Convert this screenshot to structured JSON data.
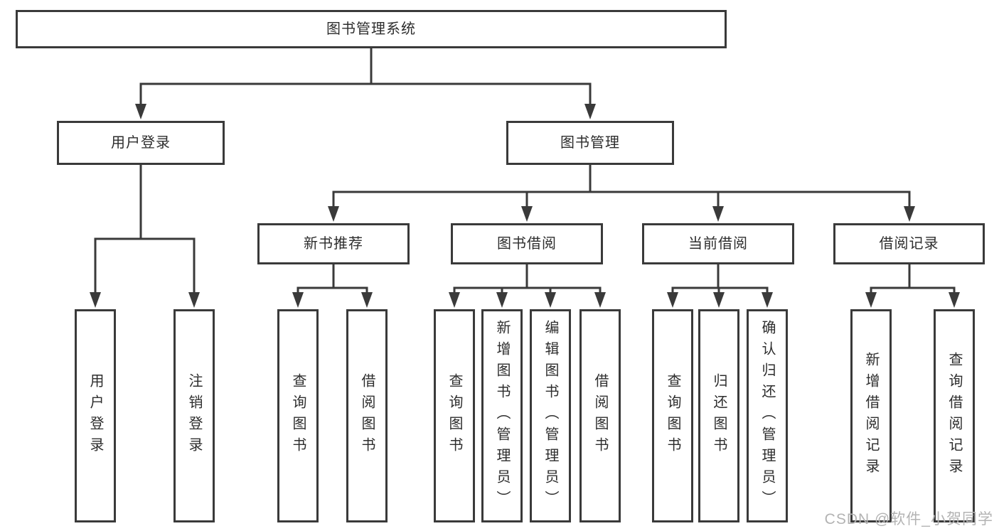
{
  "title": "图书管理系统",
  "watermark": "CSDN @软件_小贺同学",
  "colors": {
    "line": "#3a3a3a",
    "box_border": "#3a3a3a",
    "text": "#2d2d2d",
    "watermark_text": "#b3b3b3",
    "background": "#ffffff"
  },
  "tree": {
    "label": "图书管理系统",
    "children": [
      {
        "label": "用户登录",
        "children": [
          {
            "label": "用户登录"
          },
          {
            "label": "注销登录"
          }
        ]
      },
      {
        "label": "图书管理",
        "children": [
          {
            "label": "新书推荐",
            "children": [
              {
                "label": "查询图书"
              },
              {
                "label": "借阅图书"
              }
            ]
          },
          {
            "label": "图书借阅",
            "children": [
              {
                "label": "查询图书"
              },
              {
                "label": "新增图书（管理员）"
              },
              {
                "label": "编辑图书（管理员）"
              },
              {
                "label": "借阅图书"
              }
            ]
          },
          {
            "label": "当前借阅",
            "children": [
              {
                "label": "查询图书"
              },
              {
                "label": "归还图书"
              },
              {
                "label": "确认归还（管理员）"
              }
            ]
          },
          {
            "label": "借阅记录",
            "children": [
              {
                "label": "新增借阅记录"
              },
              {
                "label": "查询借阅记录"
              }
            ]
          }
        ]
      }
    ]
  }
}
